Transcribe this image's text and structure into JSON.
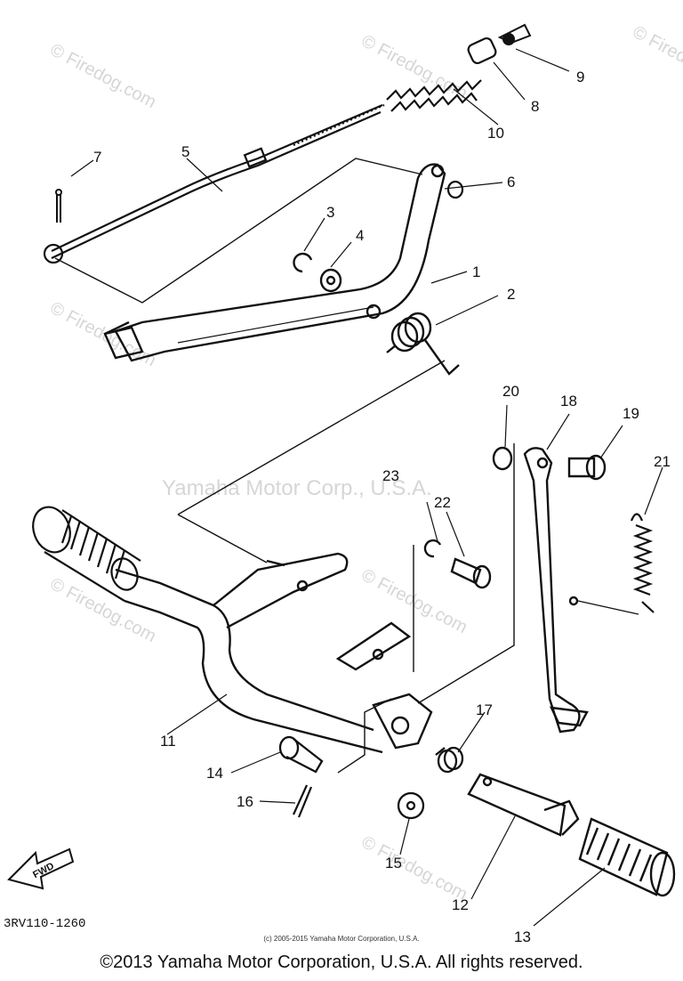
{
  "watermark": {
    "site": "© Firedog.com",
    "center": "Yamaha Motor Corp., U.S.A."
  },
  "diagram": {
    "code": "3RV110-1260",
    "fwd_label": "FWD",
    "callouts": [
      "1",
      "2",
      "3",
      "4",
      "5",
      "6",
      "7",
      "8",
      "9",
      "10",
      "11",
      "12",
      "13",
      "14",
      "15",
      "16",
      "17",
      "18",
      "19",
      "20",
      "21",
      "22",
      "23"
    ]
  },
  "footer": {
    "small": "(c) 2005-2015 Yamaha Motor Corporation, U.S.A.",
    "main": "©2013 Yamaha Motor Corporation, U.S.A. All rights reserved."
  }
}
